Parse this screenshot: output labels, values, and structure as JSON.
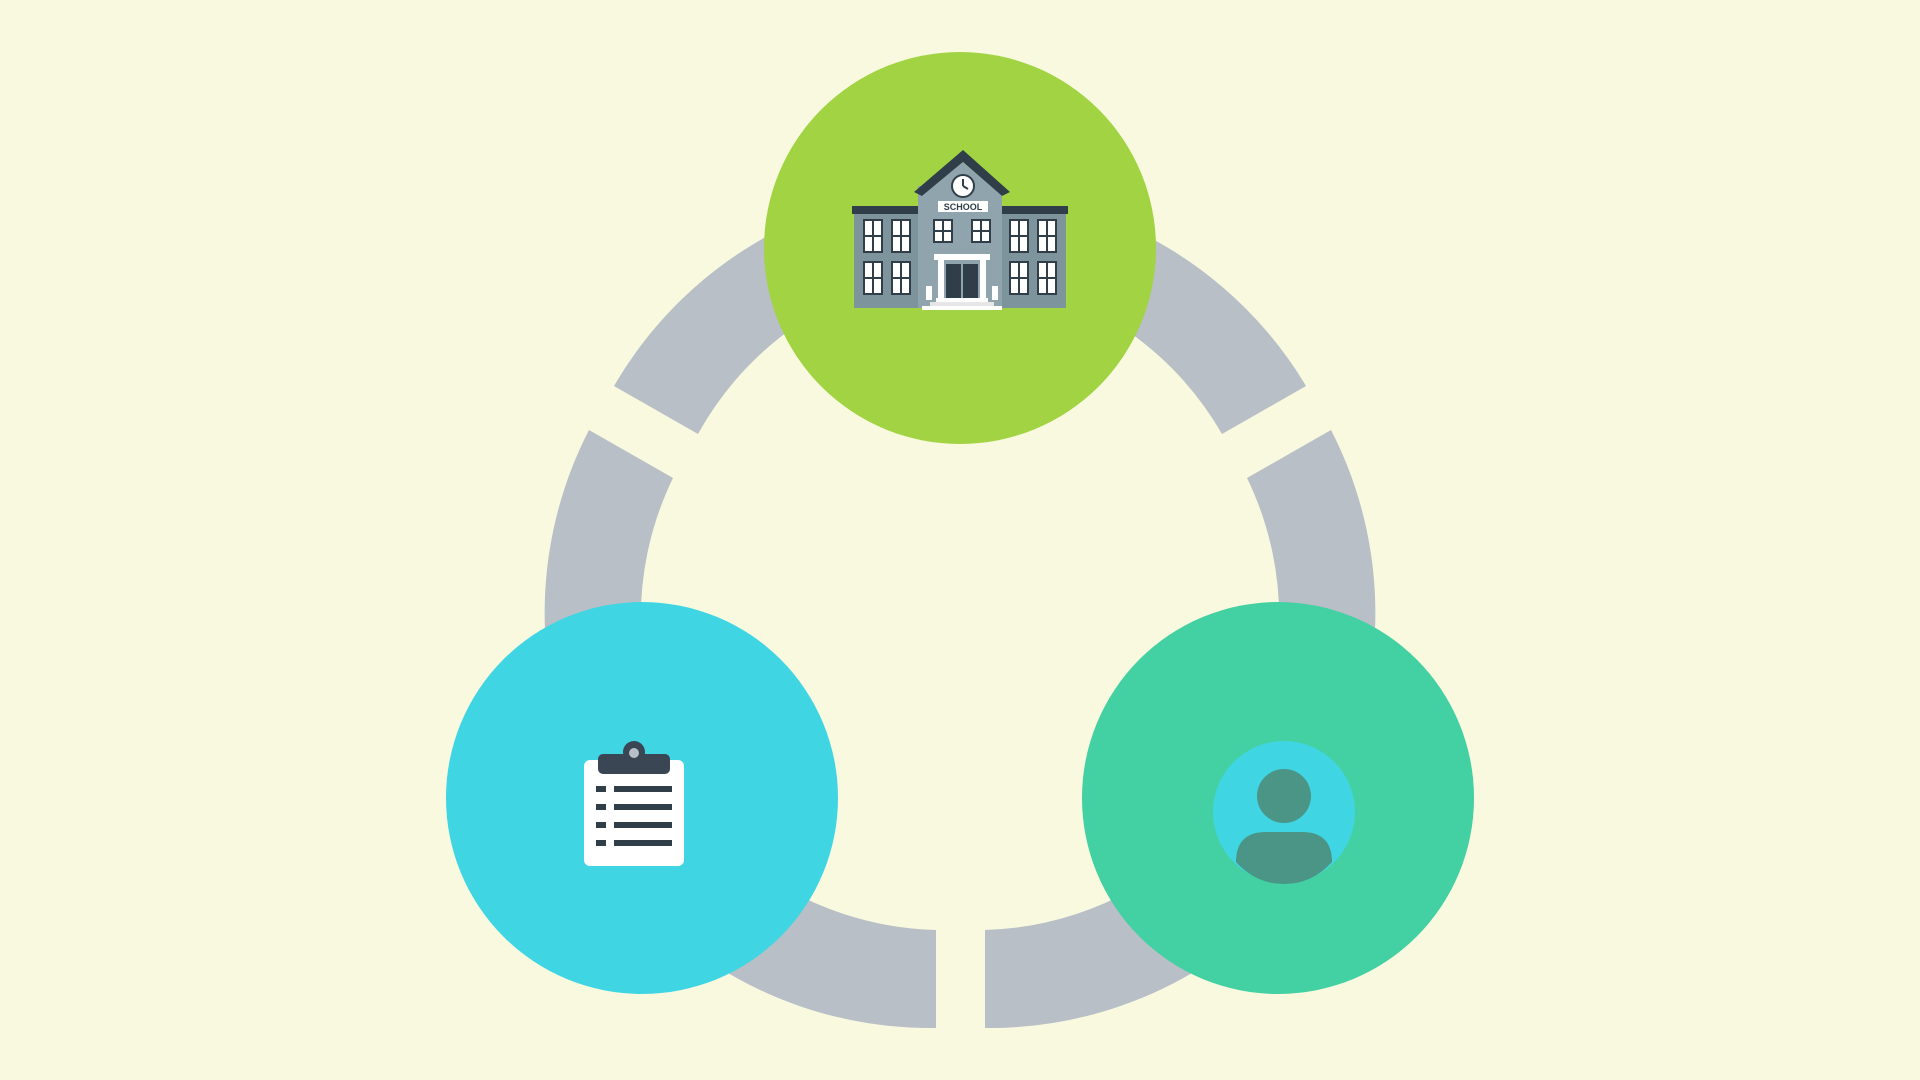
{
  "diagram": {
    "type": "cycle",
    "background_color": "#f8f9df",
    "ring_color": "#b8bfc6",
    "nodes": [
      {
        "id": "school",
        "icon": "school-building-icon",
        "color": "#a1d343",
        "sign_text": "SCHOOL"
      },
      {
        "id": "person",
        "icon": "person-avatar-icon",
        "color": "#43d0a2"
      },
      {
        "id": "clipboard",
        "icon": "clipboard-checklist-icon",
        "color": "#40d5e3"
      }
    ]
  }
}
